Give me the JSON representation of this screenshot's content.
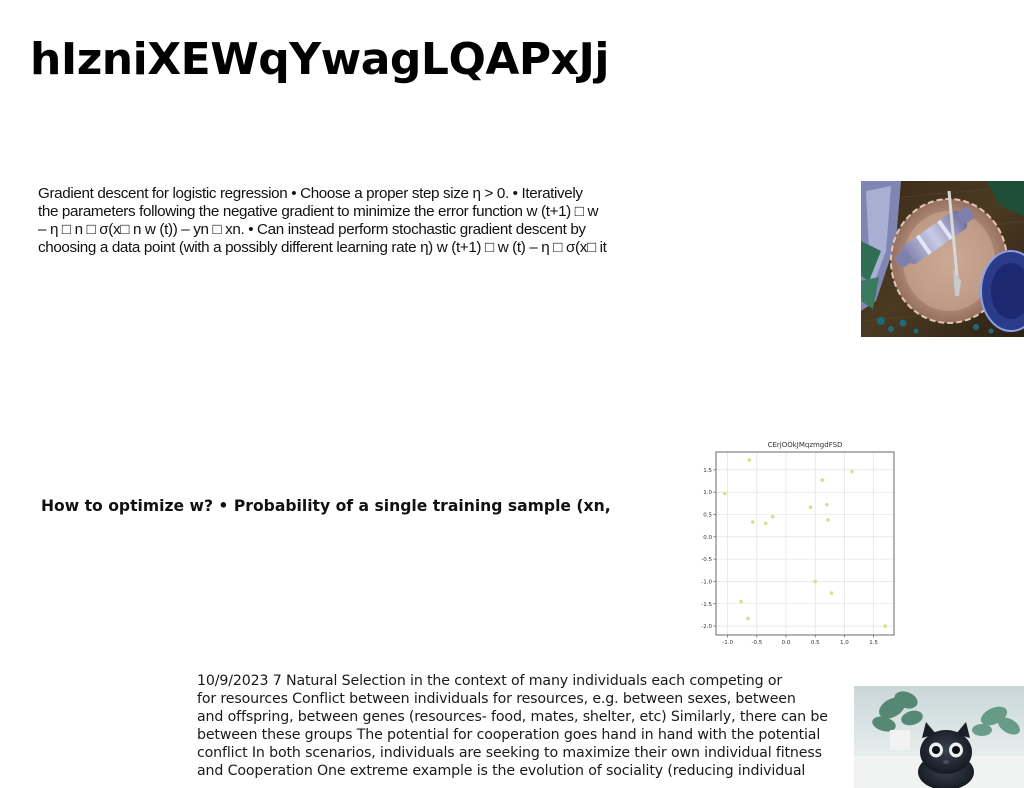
{
  "title": "hIzniXEWqYwagLQAPxJj",
  "paragraph1": {
    "lines": [
      "Gradient descent for logistic regression • Choose a proper step size η > 0. • Iteratively",
      "the parameters following the negative gradient to minimize the error function w (t+1) □ w",
      "– η □ n □ σ(x□ n w (t)) – yn □ xn. • Can instead perform stochastic gradient descent by",
      "choosing a data point (with a possibly different learning rate η) w (t+1) □ w (t) – η □ σ(x□ it"
    ]
  },
  "heading2": "How to optimize w? • Probability of a single training sample (xn,",
  "paragraph3": {
    "lines": [
      "10/9/2023 7 Natural Selection in the context of many individuals each competing or",
      "for resources Conflict between individuals for resources, e.g. between sexes, between",
      "and offspring, between genes (resources- food, mates, shelter, etc) Similarly, there can be",
      "between these groups The potential for cooperation goes hand in hand with the potential",
      "conflict In both scenarios, individuals are seeking to maximize their own individual fitness",
      "and Cooperation One extreme example is the evolution of sociality (reducing individual"
    ]
  },
  "images": {
    "table_photo": "festive-table-setting-photo",
    "cat_photo": "black-cat-photo"
  },
  "chart_data": {
    "type": "scatter",
    "title": "CErjOOkJMqzmgdFSD",
    "xlabel": "",
    "ylabel": "",
    "xlim": [
      -1.2,
      1.85
    ],
    "ylim": [
      -2.2,
      1.9
    ],
    "grid": true,
    "x_ticks": [
      "-1.0",
      "-0.5",
      "0.0",
      "0.5",
      "1.0",
      "1.5"
    ],
    "x_tick_values": [
      -1.0,
      -0.5,
      0.0,
      0.5,
      1.0,
      1.5
    ],
    "y_ticks": [
      "1.5",
      "1.0",
      "0.5",
      "0.0",
      "-0.5",
      "-1.0",
      "-1.5",
      "-2.0"
    ],
    "y_tick_values": [
      1.5,
      1.0,
      0.5,
      0.0,
      -0.5,
      -1.0,
      -1.5,
      -2.0
    ],
    "marker_color": "#d8dd8f",
    "points": [
      {
        "x": -1.05,
        "y": 0.97
      },
      {
        "x": -0.63,
        "y": 1.72
      },
      {
        "x": -0.57,
        "y": 0.33
      },
      {
        "x": -0.35,
        "y": 0.3
      },
      {
        "x": -0.23,
        "y": 0.45
      },
      {
        "x": 0.42,
        "y": 0.66
      },
      {
        "x": 0.5,
        "y": -1.0
      },
      {
        "x": 0.62,
        "y": 1.27
      },
      {
        "x": 0.7,
        "y": 0.72
      },
      {
        "x": 0.72,
        "y": 0.38
      },
      {
        "x": 0.78,
        "y": -1.26
      },
      {
        "x": 1.13,
        "y": 1.46
      },
      {
        "x": -0.77,
        "y": -1.45
      },
      {
        "x": -0.65,
        "y": -1.83
      },
      {
        "x": 1.7,
        "y": -2.0
      }
    ]
  }
}
